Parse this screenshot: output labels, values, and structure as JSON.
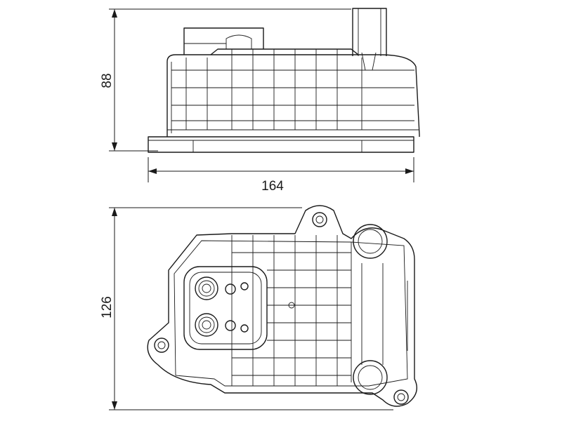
{
  "dimensions": {
    "side_height": "88",
    "width": "164",
    "top_depth": "126"
  },
  "colors": {
    "line": "#1a1a1a",
    "background": "#ffffff"
  }
}
